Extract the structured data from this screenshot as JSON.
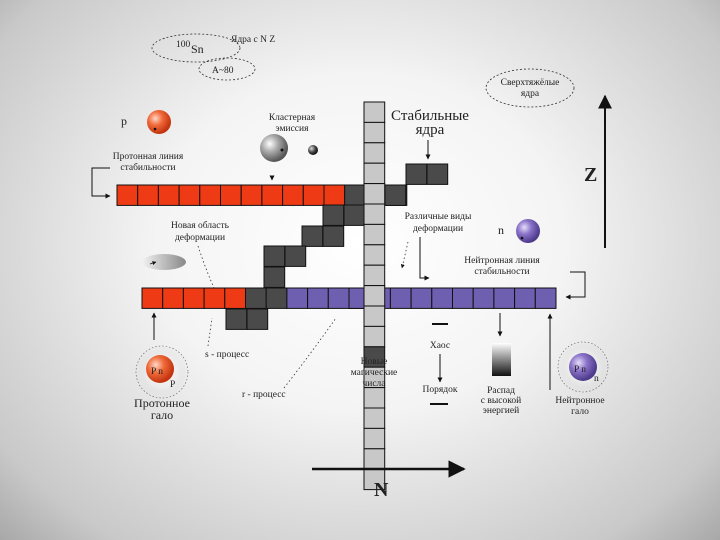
{
  "colors": {
    "proton": "#ee3a15",
    "neutron": "#6e5fb0",
    "dark": "#4a4a4a",
    "grey": "#c8c8c8",
    "outline": "#111111"
  },
  "labels": {
    "nuclei_nz": "Ядра с N Z",
    "sn100_mass": "100",
    "sn100_symbol": "Sn",
    "a80": "A~80",
    "superheavy_1": "Сверхтяжёлые",
    "superheavy_2": "ядра",
    "p_letter": "p",
    "proton_line_1": "Протонная линия",
    "proton_line_2": "стабильности",
    "cluster_1": "Кластерная",
    "cluster_2": "эмиссия",
    "stable_1": "Стабильные",
    "stable_2": "ядра",
    "z_axis": "Z",
    "new_def_1": "Новая область",
    "new_def_2": "деформации",
    "various_def_1": "Различные виды",
    "various_def_2": "деформации",
    "n_letter": "n",
    "neutron_line_1": "Нейтронная линия",
    "neutron_line_2": "стабильности",
    "chaos": "Хаос",
    "s_process": "s - процесс",
    "r_process": "r - процесс",
    "magic_1": "Новые",
    "magic_2": "магические",
    "magic_3": "числа",
    "order": "Порядок",
    "decay_1": "Распад",
    "decay_2": "с высокой",
    "decay_3": "энергией",
    "proton_halo_1": "Протонное",
    "proton_halo_2": "гало",
    "neutron_halo_1": "Нейтронное",
    "neutron_halo_2": "гало",
    "halo_pn": "P n",
    "halo_p": "P",
    "halo_n": "n",
    "n_axis": "N"
  }
}
